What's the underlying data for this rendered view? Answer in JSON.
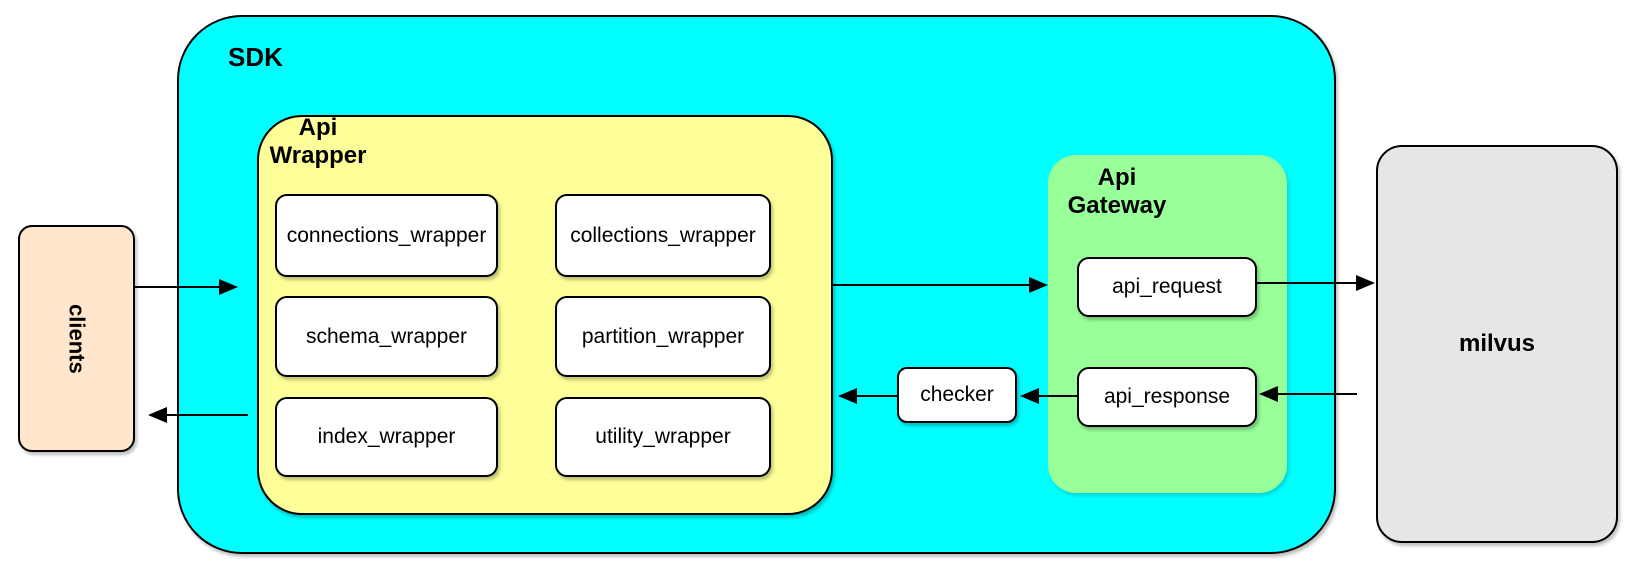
{
  "diagram": {
    "clients": {
      "label": "clients"
    },
    "sdk": {
      "label": "SDK",
      "api_wrapper": {
        "label": "Api Wrapper",
        "modules": [
          "connections_wrapper",
          "collections_wrapper",
          "schema_wrapper",
          "partition_wrapper",
          "index_wrapper",
          "utility_wrapper"
        ]
      },
      "checker": {
        "label": "checker"
      },
      "api_gateway": {
        "label": "Api Gateway",
        "request_label": "api_request",
        "response_label": "api_response"
      }
    },
    "milvus": {
      "label": "milvus"
    },
    "colors": {
      "sdk_fill": "#00FFFF",
      "api_wrapper_fill": "#FFFF99",
      "api_gateway_fill": "#99FF99",
      "clients_fill": "#FFE6CC",
      "milvus_fill": "#E6E6E6",
      "module_fill": "#FFFFFF",
      "line": "#000000"
    },
    "arrows": [
      {
        "from": "clients",
        "to": "sdk"
      },
      {
        "from": "sdk",
        "to": "clients"
      },
      {
        "from": "api_wrapper",
        "to": "api_gateway"
      },
      {
        "from": "api_request",
        "to": "milvus"
      },
      {
        "from": "milvus",
        "to": "api_response"
      },
      {
        "from": "api_response",
        "to": "checker"
      },
      {
        "from": "checker",
        "to": "api_wrapper"
      }
    ]
  }
}
